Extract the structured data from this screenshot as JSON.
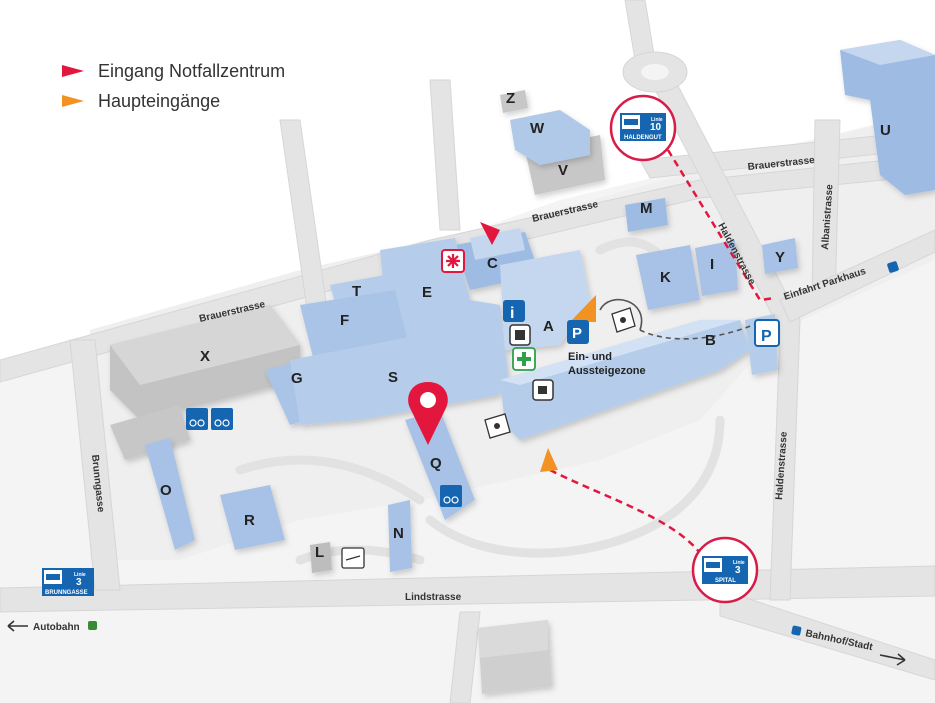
{
  "legend": {
    "emergency": "Eingang Notfallzentrum",
    "main": "Haupteingänge"
  },
  "colors": {
    "building": "#b9cfea",
    "building_dark": "#8fb0d9",
    "grey_building": "#c9c9c9",
    "road": "#e6e6e6",
    "emergency": "#e3173d",
    "main_entrance": "#f29222",
    "info_blue": "#1565b0",
    "bus_circle": "#d81b48"
  },
  "buildings": {
    "A": "A",
    "B": "B",
    "C": "C",
    "E": "E",
    "F": "F",
    "G": "G",
    "I": "I",
    "K": "K",
    "L": "L",
    "M": "M",
    "N": "N",
    "O": "O",
    "Q": "Q",
    "R": "R",
    "S": "S",
    "T": "T",
    "U": "U",
    "V": "V",
    "W": "W",
    "X": "X",
    "Y": "Y",
    "Z": "Z"
  },
  "streets": {
    "brauer_top": "Brauerstrasse",
    "brauer_mid": "Brauerstrasse",
    "brauer_left": "Brauerstrasse",
    "halden_top": "Haldenstrasse",
    "halden_right": "Haldenstrasse",
    "albani": "Albanistrasse",
    "brunngasse": "Brunngasse",
    "lind": "Lindstrasse"
  },
  "labels": {
    "parkhaus": "Einfahrt Parkhaus",
    "zone_1": "Ein- und",
    "zone_2": "Aussteigezone",
    "autobahn": "Autobahn",
    "bahnhof": "Bahnhof/Stadt"
  },
  "stops": {
    "haldengut": {
      "name": "HALDENGUT",
      "line": "10",
      "linie": "Linie"
    },
    "spital": {
      "name": "SPITAL",
      "line": "3",
      "linie": "Linie"
    },
    "brunngasse": {
      "name": "BRUNNGASSE",
      "line": "3",
      "linie": "Linie"
    }
  },
  "icons": {
    "info": "i",
    "parking": "P"
  }
}
